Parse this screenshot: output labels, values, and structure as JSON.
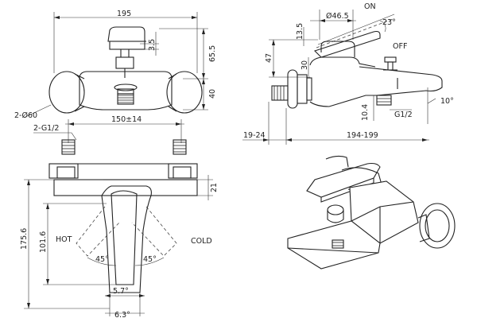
{
  "front_view": {
    "overall_width": "195",
    "handle_height": "3.5",
    "body_height": "65.5",
    "base_height": "40",
    "end_cap": "2-Ø60"
  },
  "side_view": {
    "handle_diameter": "Ø46.5",
    "on_label": "ON",
    "rotation_angle": "23°",
    "off_label": "OFF",
    "top_offset": "13.5",
    "height_47": "47",
    "height_30": "30",
    "spout_gap": "10.4",
    "thread": "G1/2",
    "spout_angle": "10°",
    "left_extent": "19-24",
    "length": "194-199"
  },
  "top_view": {
    "inlet_threads": "2-G1/2",
    "spacing": "150±14",
    "plate_thickness": "21",
    "total_height": "175.6",
    "lever_length": "101.6",
    "hot_label": "HOT",
    "cold_label": "COLD",
    "hot_angle": "45°",
    "cold_angle": "45°",
    "top_angle": "5.7°",
    "bottom_angle": "6.3°"
  }
}
